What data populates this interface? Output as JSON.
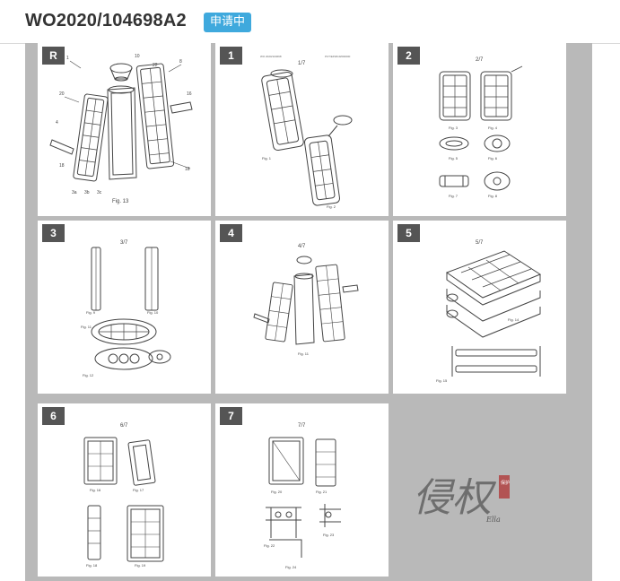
{
  "header": {
    "title": "WO2020/104698A2",
    "status_badge": "申请中"
  },
  "thumbnails": [
    {
      "label": "R",
      "caption": "Fig. 13"
    },
    {
      "label": "1",
      "page": "1/7",
      "captions": [
        "Fig. 1",
        "Fig. 2"
      ]
    },
    {
      "label": "2",
      "page": "2/7",
      "captions": [
        "Fig. 3",
        "Fig. 4",
        "Fig. 5",
        "Fig. 6",
        "Fig. 7",
        "Fig. 8"
      ]
    },
    {
      "label": "3",
      "page": "3/7",
      "captions": [
        "Fig. 9",
        "Fig. 10",
        "Fig. 11",
        "Fig. 12"
      ]
    },
    {
      "label": "4",
      "page": "4/7",
      "captions": [
        "Fig. 11"
      ]
    },
    {
      "label": "5",
      "page": "5/7",
      "captions": [
        "Fig. 14",
        "Fig. 15"
      ]
    },
    {
      "label": "6",
      "page": "6/7",
      "captions": [
        "Fig. 16",
        "Fig. 17",
        "Fig. 18",
        "Fig. 19"
      ]
    },
    {
      "label": "7",
      "page": "7/7",
      "captions": [
        "Fig. 20",
        "Fig. 21",
        "Fig. 22",
        "Fig. 23",
        "Fig. 24"
      ]
    }
  ],
  "watermark": {
    "text": "侵权",
    "seal": "保护",
    "signature": "Ella"
  },
  "colors": {
    "badge": "#3fa9dd",
    "panel": "#b9b9b9",
    "tag": "#555555"
  }
}
